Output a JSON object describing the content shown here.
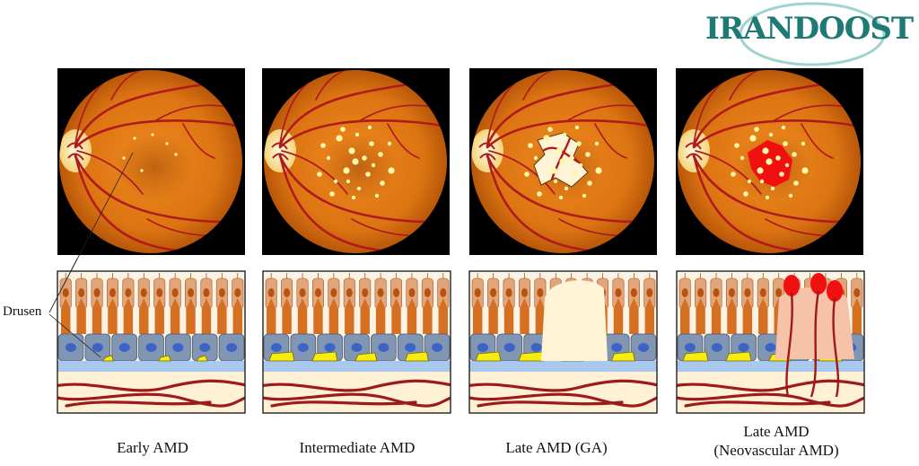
{
  "logo": {
    "text": "IRANDOOST",
    "color": "#1f7a76",
    "ring_color": "#9fd3cf"
  },
  "annotation": {
    "drusen_label": "Drusen"
  },
  "colors": {
    "fundus_bg": "#000000",
    "retina_outer": "#b9570a",
    "retina_inner": "#f08a1e",
    "vessel": "#b01a1a",
    "optic_disc": "#fff2b0",
    "drusen_dot": "#fff6a8",
    "geographic_atrophy": "#fff4d6",
    "neovascular_bleed": "#f01010",
    "photoreceptor_cell": "#e2a57a",
    "photoreceptor_nucleus": "#b8520f",
    "cone": "#d56f22",
    "rpe_cell": "#8196b3",
    "rpe_nucleus": "#3d63c4",
    "drusen_deposit": "#f7ec0f",
    "bruch_layer": "#a8c8ee",
    "choroid_bg": "#fff1d6",
    "choroid_vessel": "#9e1a1a"
  },
  "stages": [
    {
      "label": "Early AMD",
      "drusen_level": 1,
      "lesion": "none"
    },
    {
      "label": "Intermediate AMD",
      "drusen_level": 2,
      "lesion": "none"
    },
    {
      "label": "Late AMD (GA)",
      "drusen_level": 2,
      "lesion": "geographic_atrophy"
    },
    {
      "label": "Late AMD\n(Neovascular AMD)",
      "drusen_level": 2,
      "lesion": "neovascular"
    }
  ]
}
